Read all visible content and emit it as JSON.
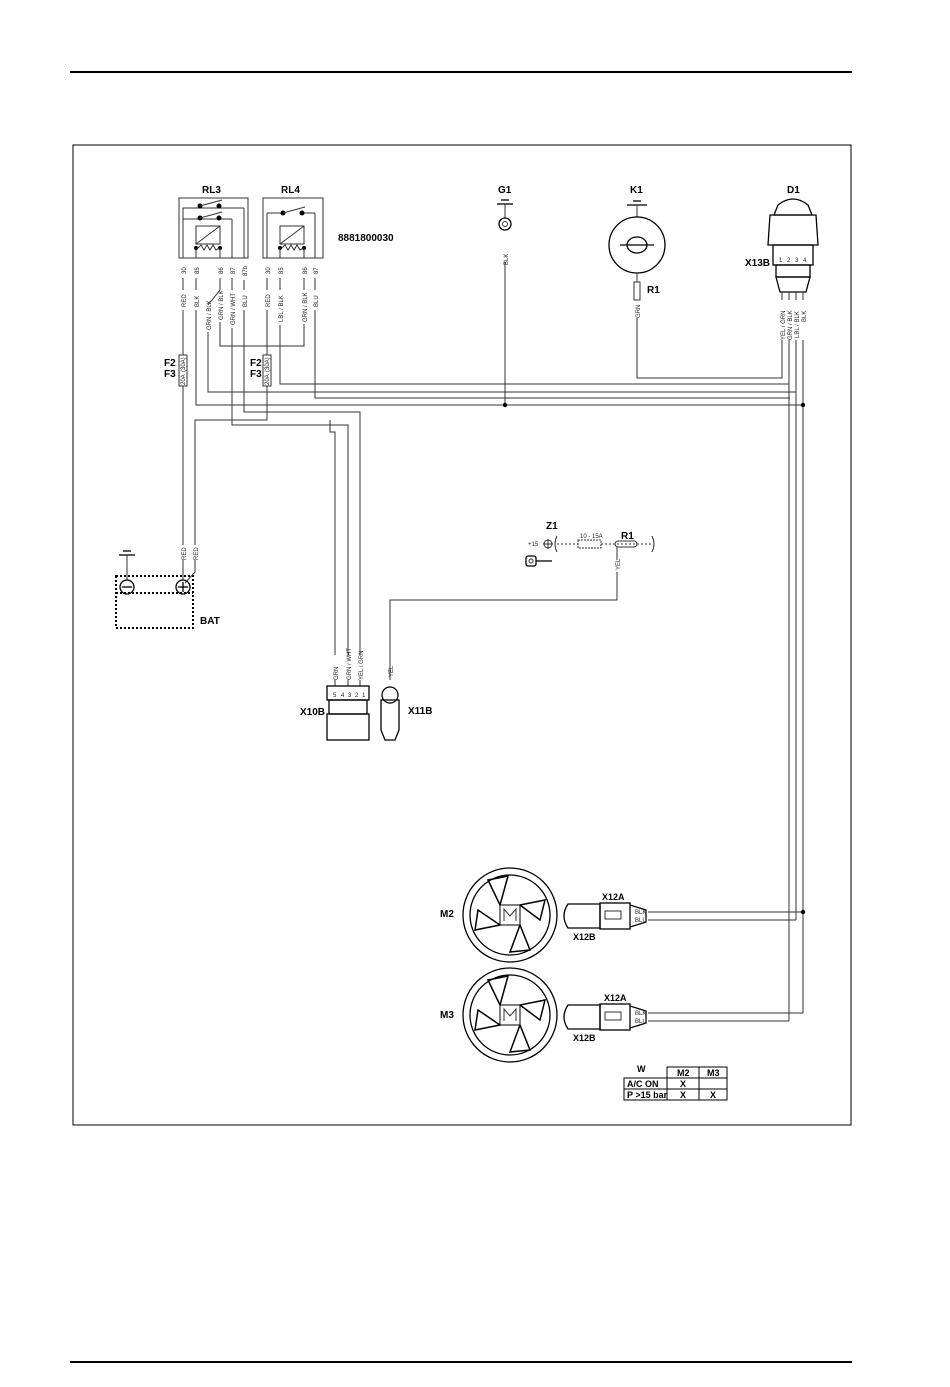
{
  "relays": {
    "rl3": {
      "label": "RL3",
      "pins": [
        "30",
        "85",
        "86",
        "87",
        "87b"
      ],
      "wires": [
        "RED",
        "BLK",
        "GRN / BLK",
        "GRN / BLK",
        "GRN / WHT",
        "BLU"
      ]
    },
    "rl4": {
      "label": "RL4",
      "pins": [
        "30",
        "85",
        "86",
        "87"
      ],
      "wires": [
        "RED",
        "LBL / BLK",
        "GRN / BLK",
        "BLU"
      ]
    },
    "part_number": "8881800030"
  },
  "fuses": {
    "f2": "F2",
    "f3": "F3",
    "rating_a": "20A",
    "rating_b": "(30A)"
  },
  "ground": {
    "label": "G1",
    "wire": "BLK"
  },
  "k1": {
    "label": "K1",
    "resistor": "R1",
    "wire": "GRN"
  },
  "d1": {
    "label": "D1",
    "connector": "X13B",
    "pins": [
      "1",
      "2",
      "3",
      "4"
    ],
    "wires": [
      "YEL / GRN",
      "GRN / BLK",
      "LBL / BLK",
      "BLK"
    ]
  },
  "battery": {
    "label": "BAT",
    "wires": [
      "RED",
      "RED"
    ]
  },
  "z1": {
    "label": "Z1",
    "fuse": "10 - 15A",
    "resistor": "R1",
    "wire": "YEL",
    "plus": "+15"
  },
  "x10b": {
    "label": "X10B",
    "wires": [
      "GRN",
      "GRN / WHT",
      "YEL / GRN"
    ],
    "pins": [
      "5",
      "4",
      "3",
      "2",
      "1"
    ]
  },
  "x11b": {
    "label": "X11B",
    "wire": "YEL"
  },
  "motors": [
    {
      "label": "M2",
      "conn_a": "X12A",
      "conn_b": "X12B",
      "wires": [
        "BLK",
        "BLU"
      ]
    },
    {
      "label": "M3",
      "conn_a": "X12A",
      "conn_b": "X12B",
      "wires": [
        "BLK",
        "BLU"
      ]
    }
  ],
  "table": {
    "title": "W",
    "headers": [
      "M2",
      "M3"
    ],
    "rows": [
      {
        "label": "A/C ON",
        "m2": "X",
        "m3": ""
      },
      {
        "label": "P >15 bar",
        "m2": "X",
        "m3": "X"
      }
    ]
  }
}
